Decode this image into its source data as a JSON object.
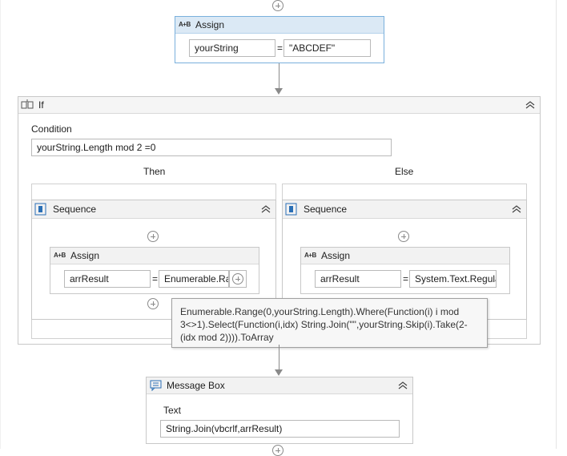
{
  "assign_top": {
    "title": "Assign",
    "icon": "assign-icon",
    "target": "yourString",
    "equals": "=",
    "value": "\"ABCDEF\""
  },
  "if_block": {
    "title": "If",
    "condition_label": "Condition",
    "condition_value": "yourString.Length mod 2 =0",
    "then_label": "Then",
    "else_label": "Else"
  },
  "then_seq": {
    "title": "Sequence",
    "assign": {
      "title": "Assign",
      "target": "arrResult",
      "equals": "=",
      "value": "Enumerable.Range(0,yourString.Length).Where(Function(i) i mod 3<>1).Select(Function(i,idx) String.Join(\"\",yourString.Skip(i).Take(2-(idx mod 2)))).ToArray"
    }
  },
  "else_seq": {
    "title": "Sequence",
    "assign": {
      "title": "Assign",
      "target": "arrResult",
      "equals": "=",
      "value": "System.Text.RegularExpressions"
    }
  },
  "tooltip": {
    "text": "Enumerable.Range(0,yourString.Length).Where(Function(i) i mod 3<>1).Select(Function(i,idx) String.Join(\"\",yourString.Skip(i).Take(2-(idx mod 2)))).ToArray"
  },
  "message_box": {
    "title": "Message Box",
    "text_label": "Text",
    "text_value": "String.Join(vbcrlf,arrResult)"
  },
  "colors": {
    "selected_header": "#dbe9f5",
    "selected_border": "#7ab0dc",
    "connector": "#8a8a8a"
  }
}
